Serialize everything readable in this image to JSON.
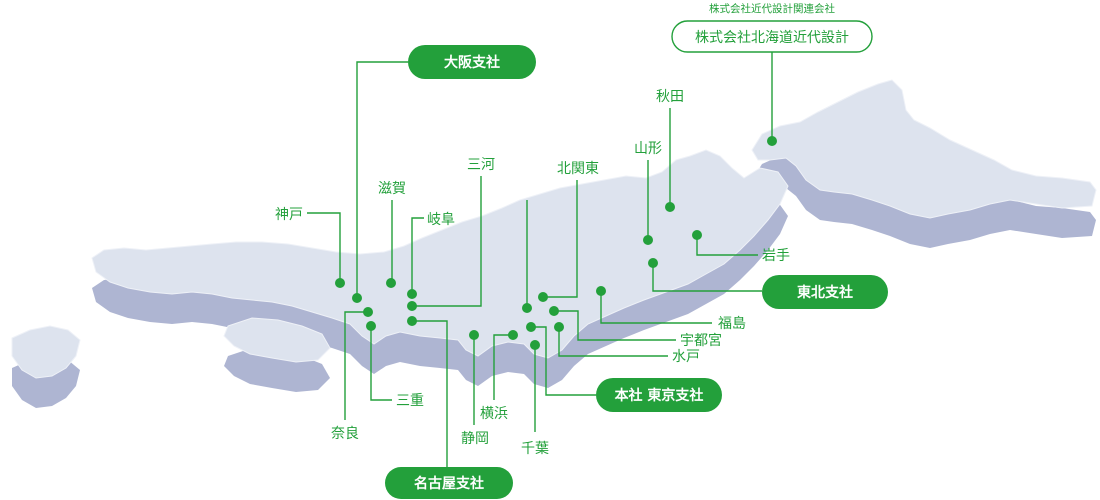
{
  "map": {
    "affiliate": {
      "caption": "株式会社近代設計関連会社",
      "name": "株式会社北海道近代設計"
    },
    "branches": {
      "osaka": "大阪支社",
      "tohoku": "東北支社",
      "tokyo": "本社 東京支社",
      "nagoya": "名古屋支社"
    },
    "offices": {
      "akita": "秋田",
      "yamagata": "山形",
      "kitakanto": "北関東",
      "mikawa": "三河",
      "shiga": "滋賀",
      "gifu": "岐阜",
      "kobe": "神戸",
      "iwate": "岩手",
      "fukushima": "福島",
      "utsunomiya": "宇都宮",
      "mito": "水戸",
      "mie": "三重",
      "yokohama": "横浜",
      "nara": "奈良",
      "shizuoka": "静岡",
      "chiba": "千葉"
    }
  },
  "colors": {
    "accent": "#23a03b",
    "land_top": "#dde3ee",
    "land_side": "#aeb5d2",
    "background": "#ffffff"
  }
}
